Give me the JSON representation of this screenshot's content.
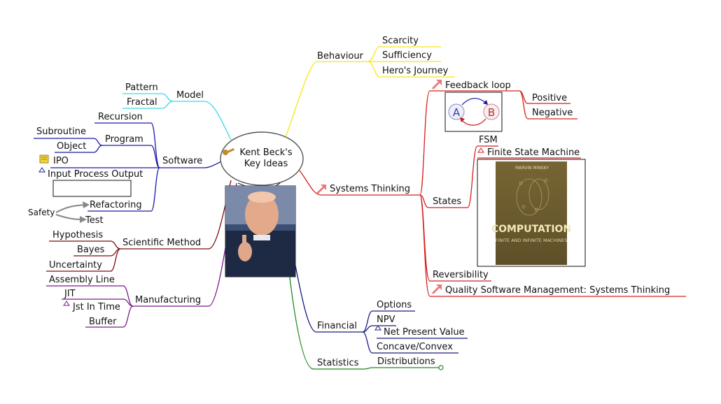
{
  "center": {
    "line1": "Kent Beck's",
    "line2": "Key Ideas",
    "icon": "key-icon"
  },
  "branches": {
    "behaviour": {
      "label": "Behaviour",
      "color": "#f5e619",
      "items": [
        "Scarcity",
        "Sufficiency",
        "Hero's Journey"
      ]
    },
    "model": {
      "label": "Model",
      "color": "#3dd6e8",
      "items": [
        "Pattern",
        "Fractal"
      ]
    },
    "software": {
      "label": "Software",
      "color": "#1a1aa6",
      "recursion": "Recursion",
      "program": {
        "label": "Program",
        "items": [
          "Subroutine",
          "Object"
        ]
      },
      "ipo": {
        "label": "IPO",
        "note": "Input Process Output",
        "icon": "notes-icon"
      },
      "refactoring": "Refactoring",
      "test": "Test",
      "safety": "Safety"
    },
    "scientific_method": {
      "label": "Scientific Method",
      "color": "#7a0f0f",
      "items": [
        "Hypothesis",
        "Bayes",
        "Uncertainty"
      ]
    },
    "manufacturing": {
      "label": "Manufacturing",
      "color": "#7a1a8a",
      "items": [
        "Assembly Line",
        "JIT",
        "Buffer"
      ],
      "jit_note": "Jst In Time"
    },
    "systems_thinking": {
      "label": "Systems Thinking",
      "color": "#d42020",
      "icon": "link-arrow-icon",
      "feedback": {
        "label": "Feedback loop",
        "icon": "link-arrow-icon",
        "items": [
          "Positive",
          "Negative"
        ],
        "diagram": {
          "a": "A",
          "b": "B"
        }
      },
      "states": {
        "label": "States",
        "fsm": "FSM",
        "fsm_note": "Finite State Machine",
        "book": {
          "author": "MARVIN MINSKY",
          "title": "COMPUTATION",
          "subtitle": "FINITE AND INFINITE MACHINES"
        }
      },
      "reversibility": "Reversibility",
      "qsm": {
        "label": "Quality Software Management: Systems Thinking",
        "icon": "link-arrow-icon"
      }
    },
    "financial": {
      "label": "Financial",
      "color": "#1a1a80",
      "items": [
        "Options",
        "NPV",
        "Concave/Convex"
      ],
      "npv_note": "Net Present Value"
    },
    "statistics": {
      "label": "Statistics",
      "color": "#1a8a1a",
      "items": [
        "Distributions"
      ]
    }
  }
}
